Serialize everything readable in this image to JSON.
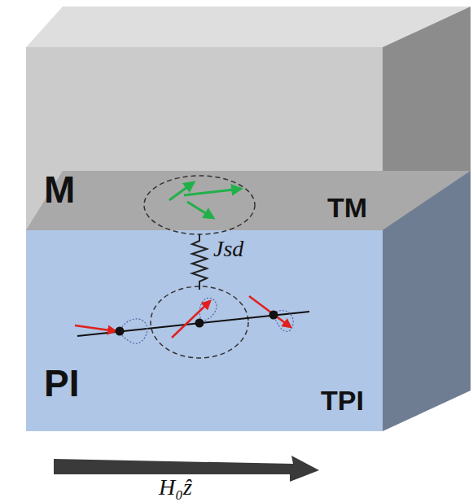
{
  "diagram": {
    "nodes": [
      {
        "text": [
          "M",
          "TM"
        ]
      },
      {
        "text": [
          "PI",
          "TPI"
        ]
      }
    ],
    "labels": [
      "Jsd",
      "H₀ẑ"
    ]
  }
}
